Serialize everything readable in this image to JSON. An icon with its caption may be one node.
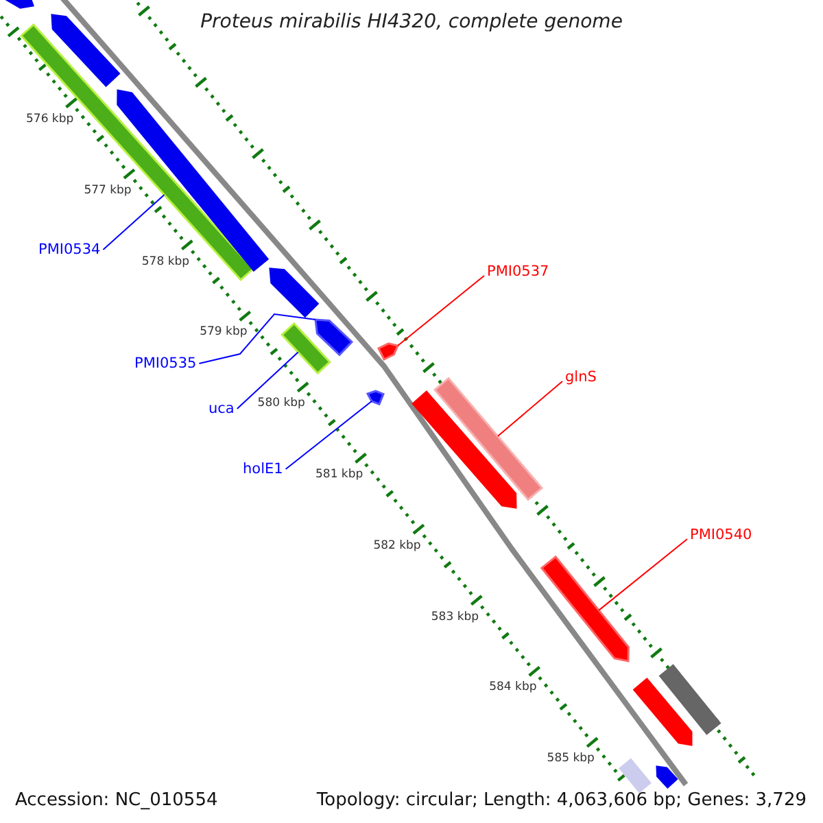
{
  "diagram": {
    "title": "Proteus mirabilis HI4320, complete genome",
    "nodes": [
      {
        "text": [
          "PMI0534"
        ]
      },
      {
        "text": [
          "PMI0537"
        ]
      },
      {
        "text": [
          "PMI0535"
        ]
      },
      {
        "text": [
          "glnS"
        ]
      },
      {
        "text": [
          "uca"
        ]
      },
      {
        "text": [
          "holE1"
        ]
      },
      {
        "text": [
          "PMI0540"
        ]
      },
      {
        "text": [],
        "shape": "arrow"
      },
      {
        "text": [],
        "shape": "arrow"
      },
      {
        "text": [],
        "shape": "bar"
      },
      {
        "text": [],
        "shape": "arrow"
      },
      {
        "text": [],
        "shape": "arrow"
      },
      {
        "text": [],
        "shape": "arrow"
      },
      {
        "text": [],
        "shape": "bar"
      },
      {
        "text": [],
        "shape": "arrow"
      },
      {
        "text": [],
        "shape": "bar"
      },
      {
        "text": [],
        "shape": "arrow"
      },
      {
        "text": [],
        "shape": "arrow"
      },
      {
        "text": [],
        "shape": "arrow"
      },
      {
        "text": [],
        "shape": "bar"
      },
      {
        "text": [],
        "shape": "arrow"
      },
      {
        "text": [],
        "shape": "arrow"
      },
      {
        "text": [],
        "shape": "bar"
      }
    ],
    "edges": [
      {
        "from": 0,
        "to": 9,
        "arrow": "none"
      },
      {
        "from": 1,
        "to": 14,
        "arrow": "none",
        "color": "#ff0000"
      },
      {
        "from": 2,
        "to": 12,
        "arrow": "none"
      },
      {
        "from": 3,
        "to": 15,
        "arrow": "none",
        "color": "#ff0000"
      },
      {
        "from": 4,
        "to": 13,
        "arrow": "none"
      },
      {
        "from": 5,
        "to": 16,
        "arrow": "none"
      },
      {
        "from": 6,
        "to": 18,
        "arrow": "none",
        "color": "#ff0000"
      }
    ],
    "labels": [
      "576 kbp",
      "577 kbp",
      "578 kbp",
      "579 kbp",
      "580 kbp",
      "581 kbp",
      "582 kbp",
      "583 kbp",
      "584 kbp",
      "585 kbp",
      "Accession: NC_010554",
      "Topology: circular; Length: 4,063,606 bp; Genes: 3,729"
    ]
  }
}
